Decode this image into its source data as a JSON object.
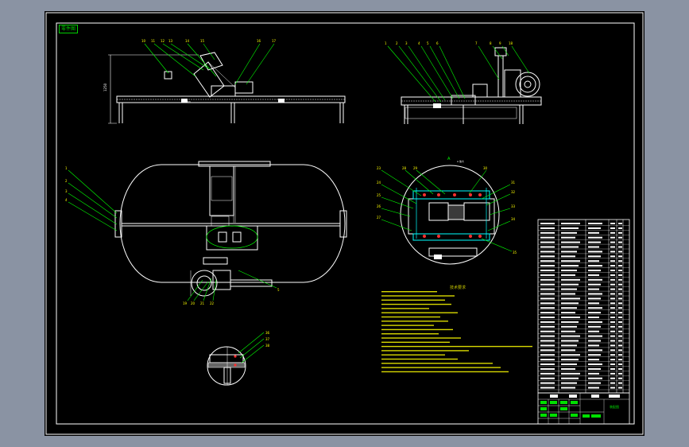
{
  "drawing": {
    "frame_tag": "零件图",
    "notes_title": "技术要求",
    "title_block_caption": "装配图",
    "colors": {
      "background": "#000000",
      "border": "#ffffff",
      "structure": "#ffffff",
      "hidden": "#00ffff",
      "leaders": "#00ff00",
      "notes": "#ffff00",
      "red": "#ff3030"
    }
  }
}
